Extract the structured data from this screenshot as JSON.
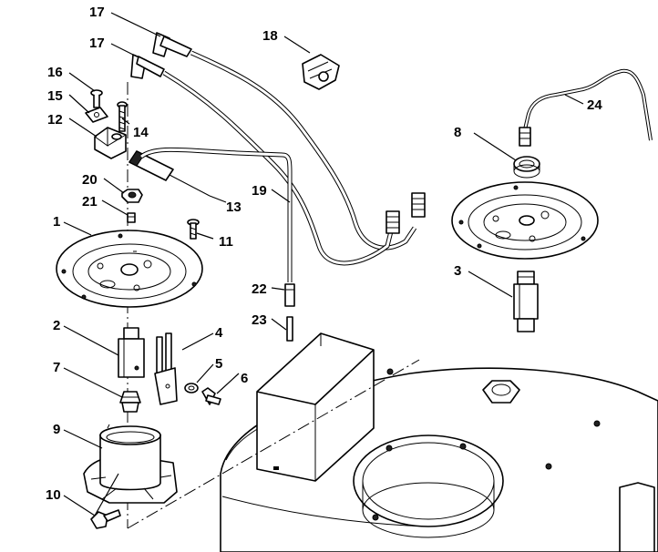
{
  "callouts": [
    "17",
    "17",
    "18",
    "16",
    "15",
    "12",
    "14",
    "13",
    "20",
    "21",
    "19",
    "11",
    "1",
    "22",
    "23",
    "2",
    "4",
    "7",
    "5",
    "6",
    "9",
    "10",
    "8",
    "24",
    "3"
  ]
}
